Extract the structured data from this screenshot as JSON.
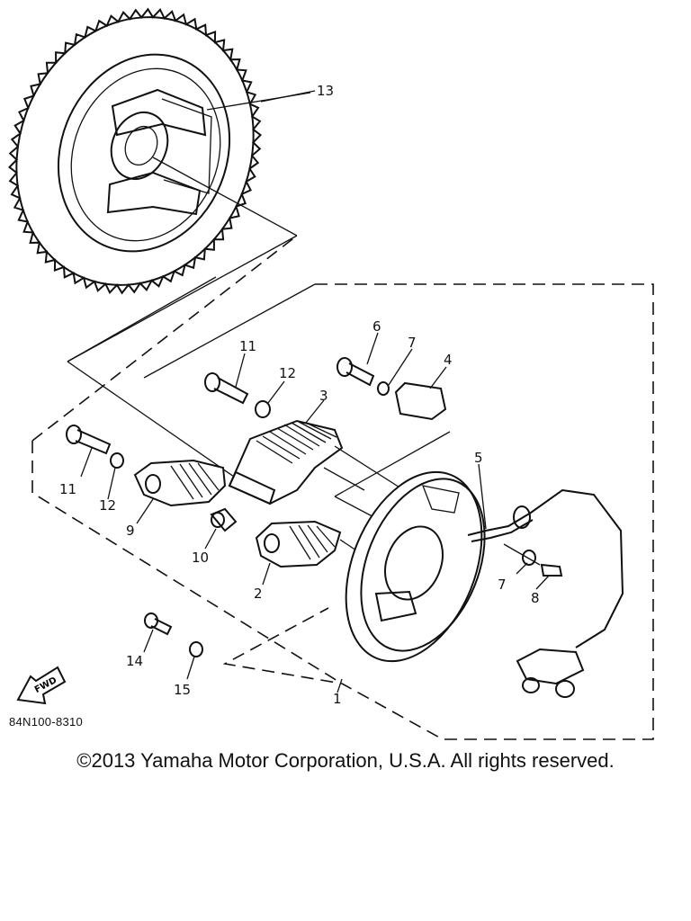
{
  "diagram": {
    "callouts": {
      "p1": "1",
      "p2": "2",
      "p3": "3",
      "p4": "4",
      "p5": "5",
      "p6": "6",
      "p7a": "7",
      "p7b": "7",
      "p8": "8",
      "p9": "9",
      "p10": "10",
      "p11a": "11",
      "p11b": "11",
      "p12a": "12",
      "p12b": "12",
      "p13": "13",
      "p14": "14",
      "p15": "15"
    },
    "fwd_label": "FWD",
    "ref_code": "84N100-8310"
  },
  "footer": {
    "copyright": "©2013 Yamaha Motor Corporation, U.S.A. All rights reserved."
  }
}
